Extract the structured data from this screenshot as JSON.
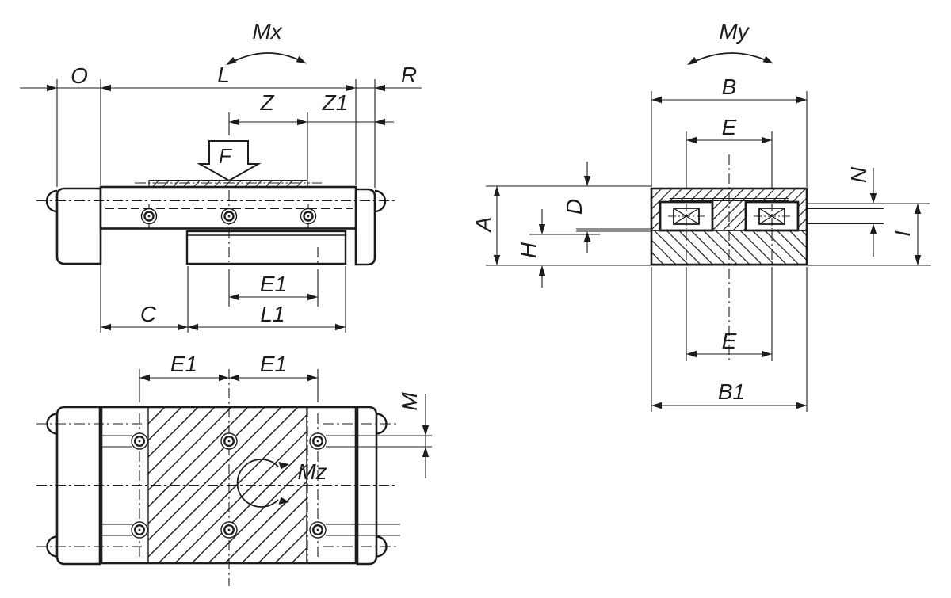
{
  "drawing": {
    "type": "technical-dimension-drawing",
    "subject": "linear slide unit with ball bearing guides",
    "views": {
      "front": "front-view",
      "top": "top-plan-view",
      "section": "side-section-view"
    }
  },
  "labels": {
    "front": {
      "o": "O",
      "l": "L",
      "r": "R",
      "mx": "Mx",
      "z": "Z",
      "z1": "Z1",
      "f": "F",
      "e1": "E1",
      "c": "C",
      "l1": "L1"
    },
    "top": {
      "e1_left": "E1",
      "e1_right": "E1",
      "m": "M",
      "mz": "Mz"
    },
    "section": {
      "my": "My",
      "b": "B",
      "e_top": "E",
      "a": "A",
      "h": "H",
      "d": "D",
      "n": "N",
      "i": "I",
      "e_bottom": "E",
      "b1": "B1"
    }
  },
  "colors": {
    "line": "#1c1c1c",
    "background": "#ffffff"
  }
}
